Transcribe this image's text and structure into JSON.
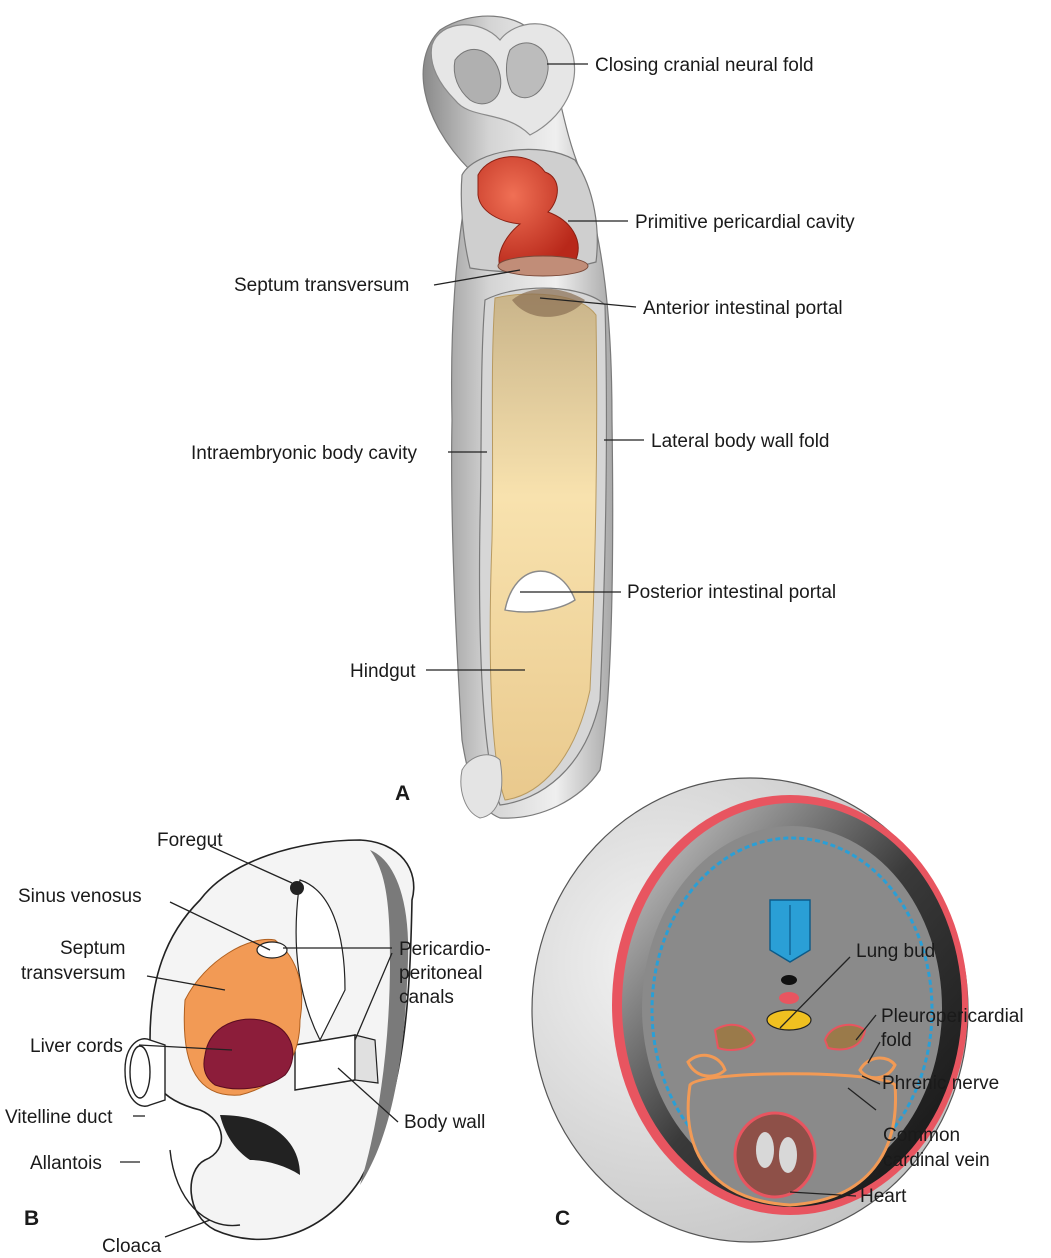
{
  "panels": {
    "a": "A",
    "b": "B",
    "c": "C"
  },
  "labels_a": {
    "closing_cranial_neural_fold": "Closing cranial neural fold",
    "primitive_pericardial_cavity": "Primitive pericardial cavity",
    "septum_transversum": "Septum transversum",
    "anterior_intestinal_portal": "Anterior intestinal portal",
    "intraembryonic_body_cavity": "Intraembryonic body cavity",
    "lateral_body_wall_fold": "Lateral body wall fold",
    "posterior_intestinal_portal": "Posterior intestinal portal",
    "hindgut": "Hindgut"
  },
  "labels_b": {
    "foregut": "Foregut",
    "sinus_venosus": "Sinus venosus",
    "septum_line1": "Septum",
    "septum_line2": "transversum",
    "pericardio_line1": "Pericardio-",
    "pericardio_line2": "peritoneal",
    "pericardio_line3": "canals",
    "liver_cords": "Liver cords",
    "vitelline_duct": "Vitelline duct",
    "body_wall": "Body wall",
    "allantois": "Allantois",
    "cloaca": "Cloaca"
  },
  "labels_c": {
    "lung_bud": "Lung bud",
    "pleuro_line1": "Pleuropericardial",
    "pleuro_line2": "fold",
    "phrenic_nerve": "Phrenic nerve",
    "common_line1": "Common",
    "common_line2": "cardinal vein",
    "heart": "Heart"
  },
  "colors": {
    "heart_red": "#d8432a",
    "gut_yellow": "#f3dba6",
    "liver_orange": "#f29a55",
    "liver_cords": "#8c1d3a",
    "body_wall_red": "#e85560",
    "neural_blue": "#2a9fd6",
    "lung_brown": "#9a7a4a"
  }
}
